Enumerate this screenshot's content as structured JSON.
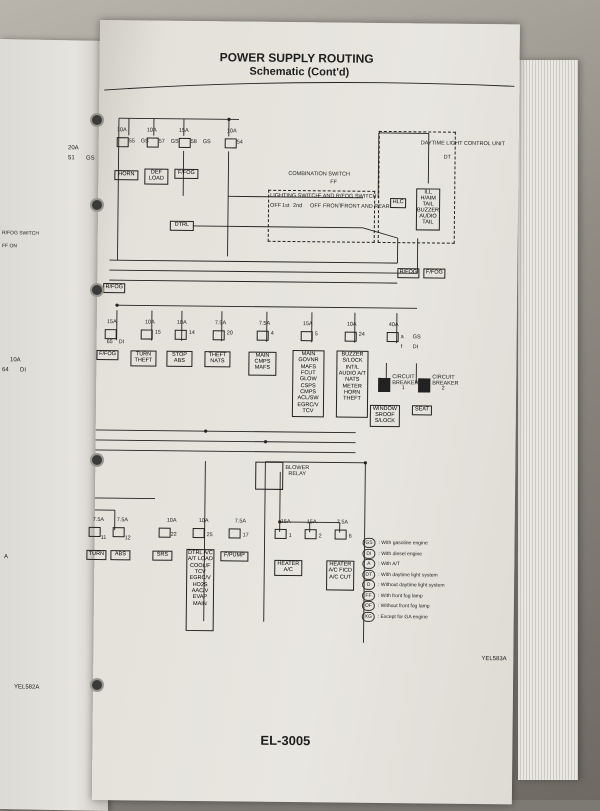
{
  "header": {
    "section_title": "POWER SUPPLY ROUTING",
    "subtitle": "Schematic (Cont'd)"
  },
  "page_number": "EL-3005",
  "figure_code": "YEL583A",
  "left_page_code": "YEL582A",
  "top_fuses": [
    {
      "amp": "10A",
      "num": "55",
      "badge": "GS",
      "load": "HORN"
    },
    {
      "amp": "10A",
      "num": "57",
      "badge": "GS",
      "load": "DEF LOAD"
    },
    {
      "amp": "15A",
      "num": "58",
      "badge": "GS",
      "load": "F/FOG"
    },
    {
      "amp": "10A",
      "num": "54"
    }
  ],
  "combination_switch": {
    "title": "COMBINATION SWITCH",
    "badge": "FF",
    "lighting_switch": "LIGHTING SWITCH",
    "lighting_positions": [
      "OFF",
      "1st",
      "2nd"
    ],
    "fog_switch": "F AND R/FOG SWITCH",
    "fog_positions": [
      "OFF",
      "FRONT",
      "FRONT AND REAR"
    ]
  },
  "daytime_unit": {
    "title": "DAYTIME LIGHT CONTROL UNIT",
    "badge": "DT"
  },
  "connector_labels": {
    "dtrl": "DTRL",
    "hlc": "HLC",
    "ill": "ILL H/AIM TAIL BUZZER AUDIO TAIL",
    "rfog1": "R/FOG",
    "ffog": "F/FOG",
    "rfog2": "R/FOG"
  },
  "middle_fuses": [
    {
      "amp": "15A",
      "num": "65",
      "badge": "DI",
      "load": "F/FOG"
    },
    {
      "amp": "10A",
      "num": "15",
      "load": "TURN THEFT"
    },
    {
      "amp": "10A",
      "num": "14",
      "load": "STOP ABS"
    },
    {
      "amp": "7.5A",
      "num": "20",
      "load": "THEFT NATS"
    },
    {
      "amp": "7.5A",
      "num": "4",
      "load": "MAIN CMPS MAFS"
    },
    {
      "amp": "15A",
      "num": "5",
      "load": "MAIN GOVNR MAFS FCUT GLOW CSPS CMPS ACL/SW EGRC/V TCV"
    },
    {
      "amp": "10A",
      "num": "24",
      "load": "BUZZER S/LOCK INT/L AUDIO A/T NATS METER HORN THEFT"
    },
    {
      "amp": "40A",
      "num": "a",
      "badges": [
        "GS",
        "DI"
      ],
      "num2": "f"
    }
  ],
  "breakers": [
    {
      "label": "CIRCUIT BREAKER 1",
      "load": "WINDOW SROOF S/LOCK"
    },
    {
      "label": "CIRCUIT BREAKER 2",
      "load": "SEAT"
    }
  ],
  "blower_relay": "BLOWER RELAY",
  "bottom_fuses": [
    {
      "amp": "7.5A",
      "num": "11",
      "load": "TURN"
    },
    {
      "amp": "7.5A",
      "num": "12",
      "load": "ABS"
    },
    {
      "amp": "10A",
      "num": "22",
      "load": "SRS"
    },
    {
      "amp": "10A",
      "num": "25",
      "load": "DTRL A/C A/T LOAD COOL/F TCV EGRC/V HO2S AAC/V EVAP MAIN"
    },
    {
      "amp": "7.5A",
      "num": "17",
      "load": "F/PUMP"
    },
    {
      "amp": "15A",
      "num": "1",
      "load": "HEATER A/C"
    },
    {
      "amp": "15A",
      "num": "2"
    },
    {
      "amp": "7.5A",
      "num": "6",
      "load": "HEATER A/C FICD A/C CUT"
    }
  ],
  "legend": [
    {
      "code": "GS",
      "text": ": With gasoline engine"
    },
    {
      "code": "DI",
      "text": ": With diesel engine"
    },
    {
      "code": "A",
      "text": ": With A/T"
    },
    {
      "code": "DT",
      "text": ": With daytime light system"
    },
    {
      "code": "D",
      "text": ": Without daytime light system"
    },
    {
      "code": "FF",
      "text": ": With front fog lamp"
    },
    {
      "code": "OF",
      "text": ": Without front fog lamp"
    },
    {
      "code": "XG",
      "text": ": Except for GA engine"
    }
  ],
  "left_page_text": {
    "fuse_top": "20A",
    "fuse_num": "51",
    "badge": "GS",
    "switch": "R/FOG SWITCH",
    "ff_on": "FF ON",
    "fuse_mid": "10A",
    "fuse_mid_num": "64",
    "badge_mid": "DI",
    "fuse_low": "A"
  }
}
